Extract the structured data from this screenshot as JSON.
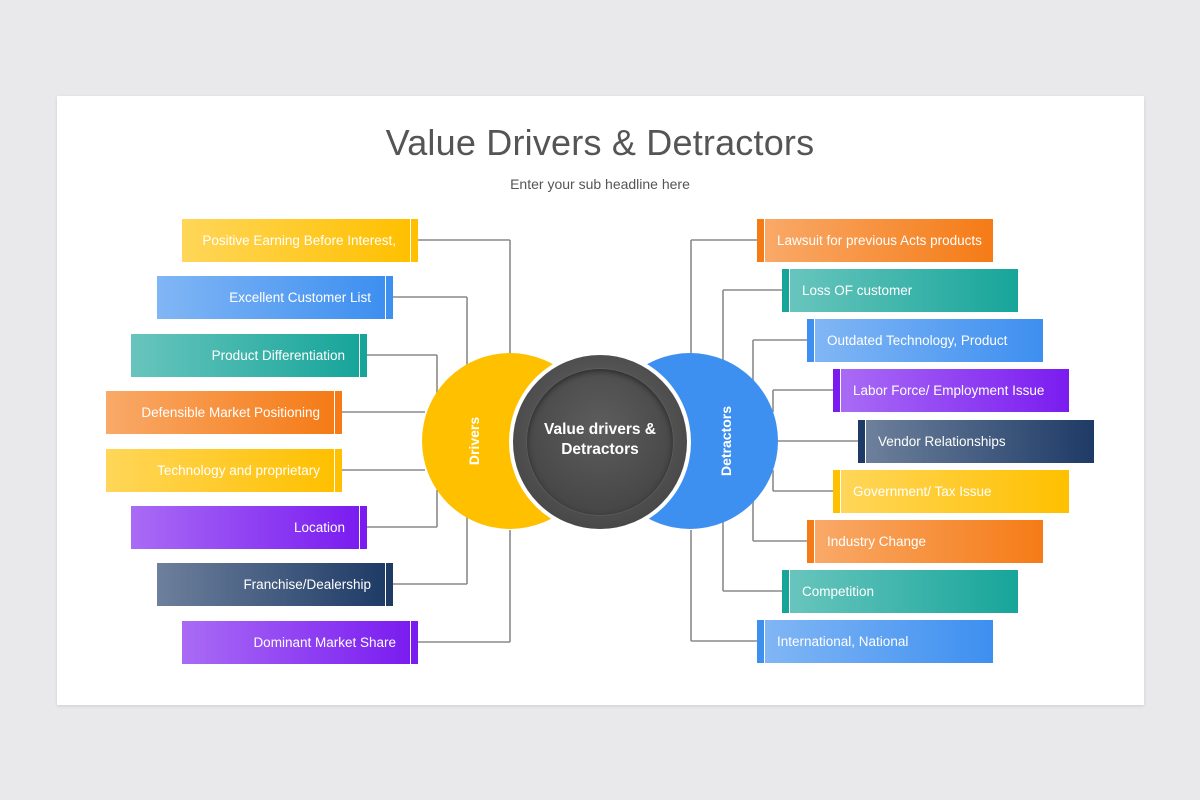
{
  "title": "Value Drivers & Detractors",
  "subtitle": "Enter your sub headline here",
  "center_label_line1": "Value drivers &",
  "center_label_line2": "Detractors",
  "drivers_label": "Drivers",
  "detractors_label": "Detractors",
  "drivers": [
    {
      "label": "Positive Earning Before Interest,",
      "color": "#ffc000"
    },
    {
      "label": "Excellent Customer List",
      "color": "#3d8ff0"
    },
    {
      "label": "Product Differentiation",
      "color": "#17a59a"
    },
    {
      "label": "Defensible Market Positioning",
      "color": "#f57b16"
    },
    {
      "label": "Technology and proprietary",
      "color": "#ffc000"
    },
    {
      "label": "Location",
      "color": "#7a1cf0"
    },
    {
      "label": "Franchise/Dealership",
      "color": "#1e3b66"
    },
    {
      "label": "Dominant Market Share",
      "color": "#7a1cf0"
    }
  ],
  "detractors": [
    {
      "label": "Lawsuit for previous Acts products",
      "color": "#f57b16"
    },
    {
      "label": "Loss OF customer",
      "color": "#17a59a"
    },
    {
      "label": "Outdated Technology, Product",
      "color": "#3d8ff0"
    },
    {
      "label": "Labor Force/ Employment Issue",
      "color": "#7a1cf0"
    },
    {
      "label": "Vendor Relationships",
      "color": "#1e3b66"
    },
    {
      "label": "Government/ Tax Issue",
      "color": "#ffc000"
    },
    {
      "label": "Industry Change",
      "color": "#f57b16"
    },
    {
      "label": "Competition",
      "color": "#17a59a"
    },
    {
      "label": "International, National",
      "color": "#3d8ff0"
    }
  ]
}
